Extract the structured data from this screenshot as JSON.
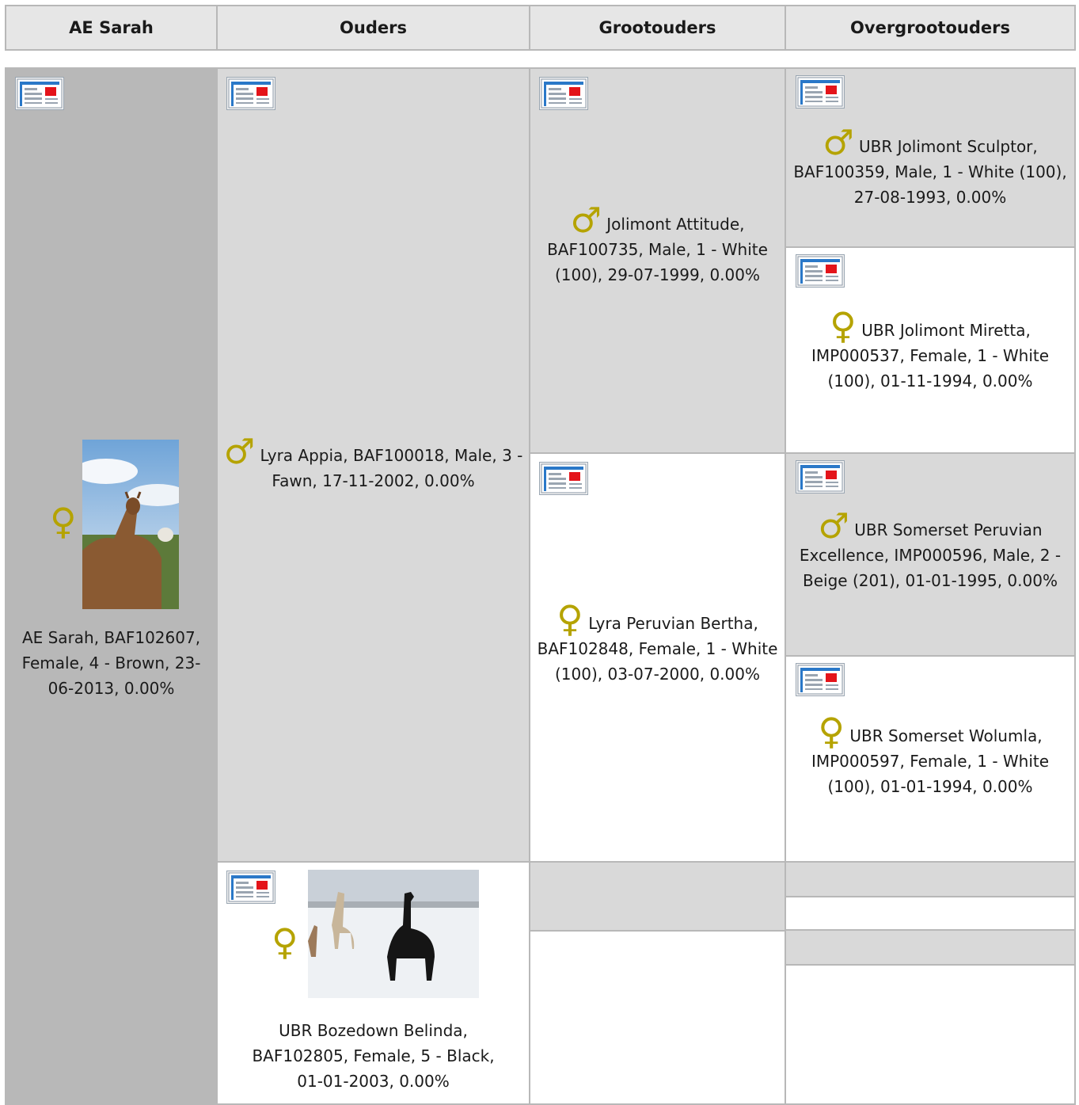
{
  "headers": [
    "AE Sarah",
    "Ouders",
    "Grootouders",
    "Overgrootouders"
  ],
  "symbols": {
    "male": "♂",
    "female": "♀"
  },
  "icons": {
    "card": "profile-card-icon",
    "male": "male-symbol-icon",
    "female": "female-symbol-icon"
  },
  "colors": {
    "symbol": "#b5a300",
    "cell_dark": "#b8b8b8",
    "cell_mid": "#d9d9d9",
    "cell_light": "#ffffff"
  },
  "subject": {
    "text": "AE Sarah, BAF102607, Female, 4 - Brown, 23-06-2013, 0.00%"
  },
  "sire": {
    "text": "Lyra Appia, BAF100018, Male, 3 - Fawn, 17-11-2002, 0.00%"
  },
  "dam": {
    "text": "UBR Bozedown Belinda, BAF102805, Female, 5 - Black, 01-01-2003, 0.00%"
  },
  "sire_sire": {
    "text": "Jolimont Attitude, BAF100735, Male, 1 - White (100), 29-07-1999, 0.00%"
  },
  "sire_dam": {
    "text": "Lyra Peruvian Bertha, BAF102848, Female, 1 - White (100), 03-07-2000, 0.00%"
  },
  "ss_sire": {
    "text": "UBR Jolimont Sculptor, BAF100359, Male, 1 - White (100), 27-08-1993, 0.00%"
  },
  "ss_dam": {
    "text": "UBR Jolimont Miretta, IMP000537, Female, 1 - White (100), 01-11-1994, 0.00%"
  },
  "sd_sire": {
    "text": "UBR Somerset Peruvian Excellence, IMP000596, Male, 2 - Beige (201), 01-01-1995, 0.00%"
  },
  "sd_dam": {
    "text": "UBR Somerset Wolumla, IMP000597, Female, 1 - White (100), 01-01-1994, 0.00%"
  }
}
